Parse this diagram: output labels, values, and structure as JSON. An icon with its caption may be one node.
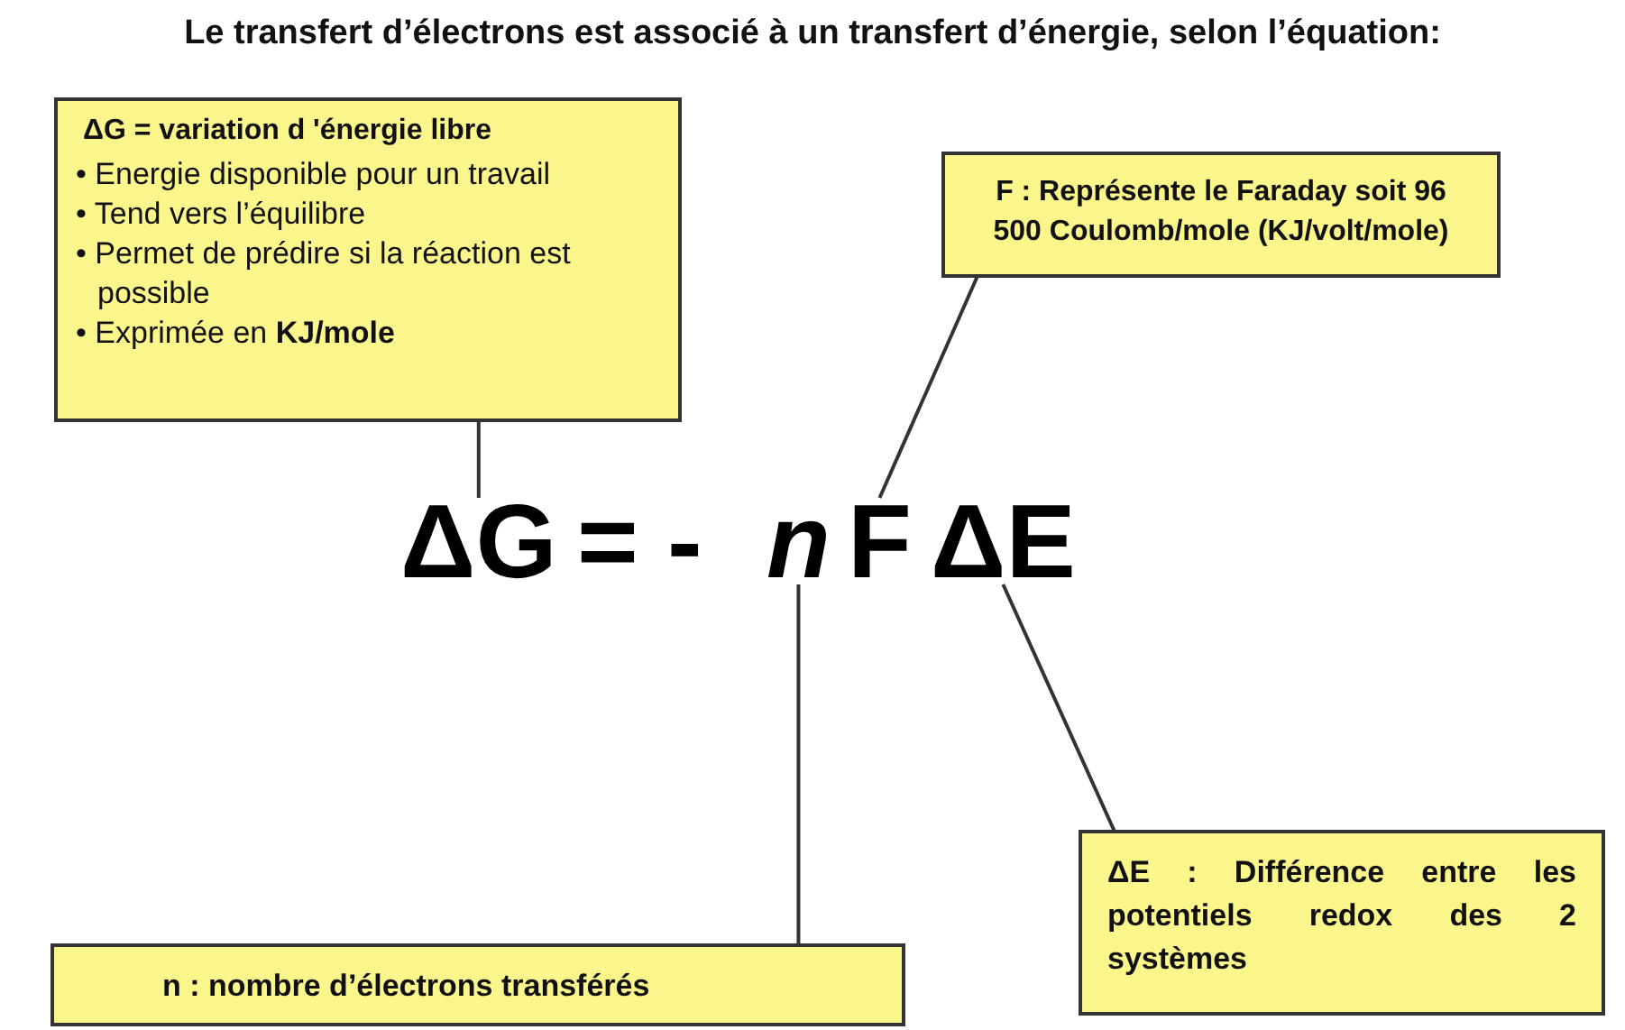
{
  "diagram": {
    "title": "Le transfert d’électrons est associé à un transfert d’énergie, selon l’équation:",
    "nodes": [
      {
        "text": [
          "ΔG = variation d 'énergie libre",
          "• Energie disponible pour un travail",
          "• Tend vers  l’équilibre",
          "• Permet de prédire si la réaction est possible",
          "• Exprimée en **KJ/mole**"
        ]
      },
      {
        "text": [
          "F : Représente le Faraday soit 96 500 Coulomb/mole (KJ/volt/mole)"
        ]
      },
      {
        "text": [
          "ΔG"
        ]
      },
      {
        "text": [
          "n"
        ]
      },
      {
        "text": [
          "F"
        ]
      },
      {
        "text": [
          "ΔE"
        ]
      },
      {
        "text": [
          "ΔE : Différence entre les potentiels redox des 2 systèmes"
        ]
      },
      {
        "text": [
          "n : nombre d’électrons transférés"
        ]
      }
    ],
    "edges": [
      {
        "from": 0,
        "to": 2,
        "arrow": "none"
      },
      {
        "from": 1,
        "to": 4,
        "arrow": "none"
      },
      {
        "from": 7,
        "to": 3,
        "arrow": "none"
      },
      {
        "from": 6,
        "to": 5,
        "arrow": "none"
      }
    ],
    "labels": [
      "= -"
    ]
  }
}
